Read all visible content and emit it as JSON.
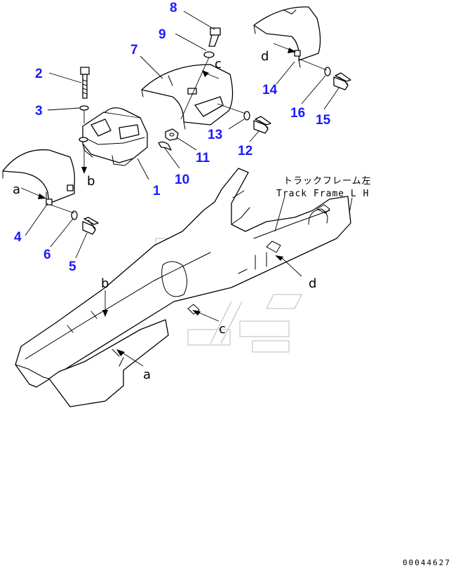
{
  "part_numbers": [
    "1",
    "2",
    "3",
    "4",
    "5",
    "6",
    "7",
    "8",
    "9",
    "10",
    "11",
    "12",
    "13",
    "14",
    "15",
    "16"
  ],
  "letters": {
    "a_cover": "a",
    "b_bracket": "b",
    "c_cover": "c",
    "d_cover": "d",
    "a_frame": "a",
    "b_frame": "b",
    "c_frame": "c",
    "d_frame": "d"
  },
  "frame_label": {
    "japanese": "トラックフレーム左",
    "english": "Track Frame L H"
  },
  "drawing_code": "00044627",
  "colors": {
    "callout": "#1a1aff",
    "line": "#000000"
  }
}
